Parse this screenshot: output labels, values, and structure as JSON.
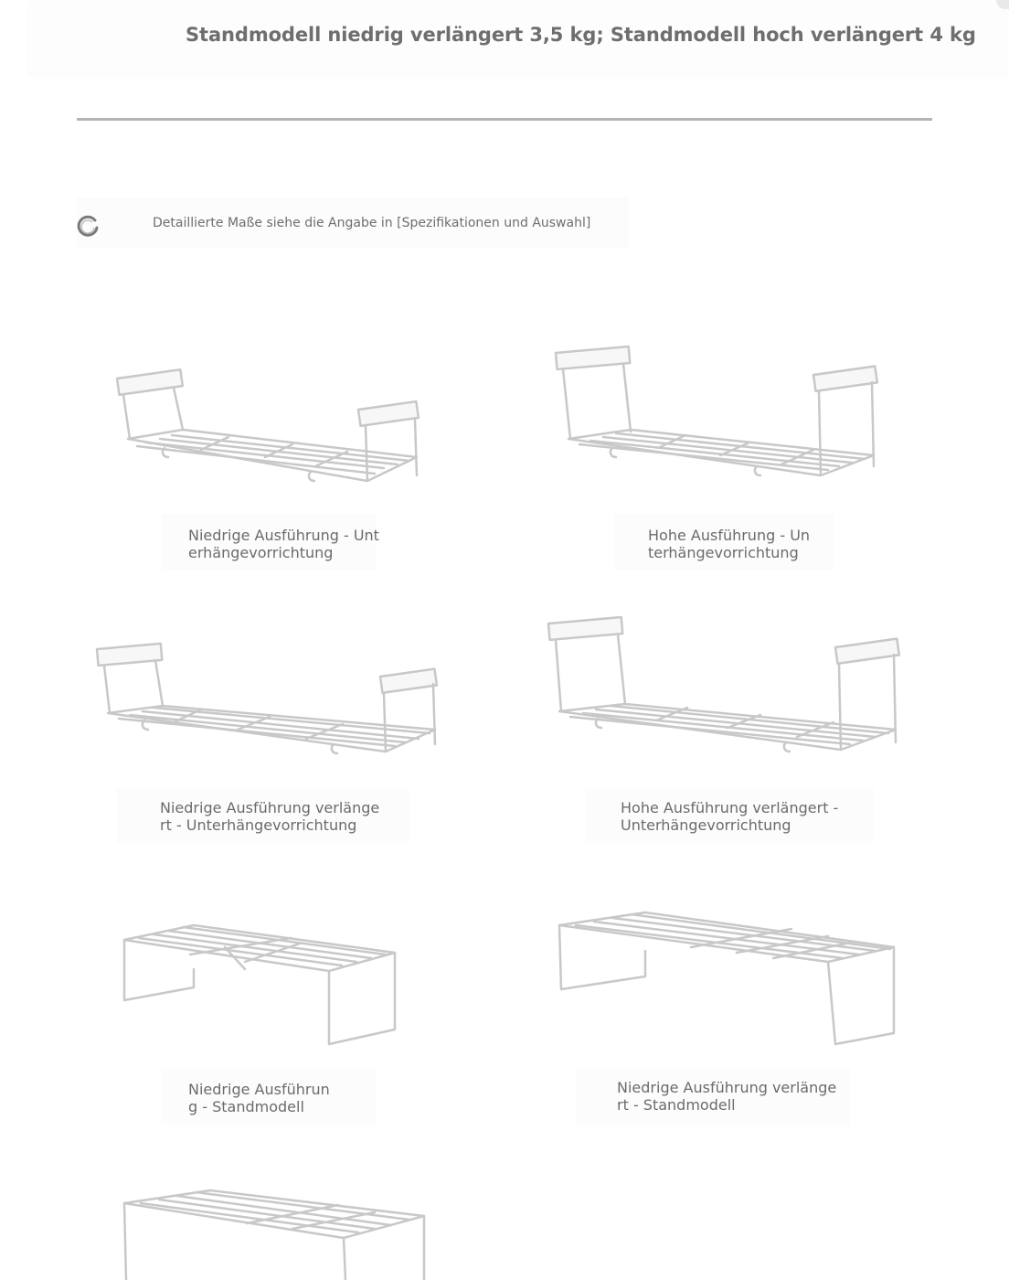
{
  "header": {
    "title": "Standmodell niedrig verlängert 3,5 kg; Standmodell hoch verlängert 4 kg"
  },
  "note": {
    "icon": "spinner-icon",
    "text": "Detaillierte Maße siehe die Angabe in [Spezifikationen und Auswahl]"
  },
  "products": [
    {
      "name": "Niedrige Ausführung - Unterhängevorrichtung",
      "lines": [
        "Niedrige Ausführung - Unt",
        "erhängevorrichtung"
      ]
    },
    {
      "name": "Hohe Ausführung - Unterhängevorrichtung",
      "lines": [
        "Hohe Ausführung - Un",
        "terhängevorrichtung"
      ]
    },
    {
      "name": "Niedrige Ausführung verlängert - Unterhängevorrichtung",
      "lines": [
        "Niedrige Ausführung verlänge",
        "rt - Unterhängevorrichtung"
      ]
    },
    {
      "name": "Hohe Ausführung verlängert - Unterhängevorrichtung",
      "lines": [
        "Hohe Ausführung verlängert -",
        "Unterhängevorrichtung"
      ]
    },
    {
      "name": "Niedrige Ausführung - Standmodell",
      "lines": [
        "Niedrige Ausführun",
        "g - Standmodell"
      ]
    },
    {
      "name": "Niedrige Ausführung verlängert - Standmodell",
      "lines": [
        "Niedrige Ausführung verlänge",
        "rt - Standmodell"
      ]
    }
  ],
  "colors": {
    "rack_stroke": "#c8c8c8",
    "divider": "#b4b4b4",
    "text": "#6b6b6b"
  }
}
